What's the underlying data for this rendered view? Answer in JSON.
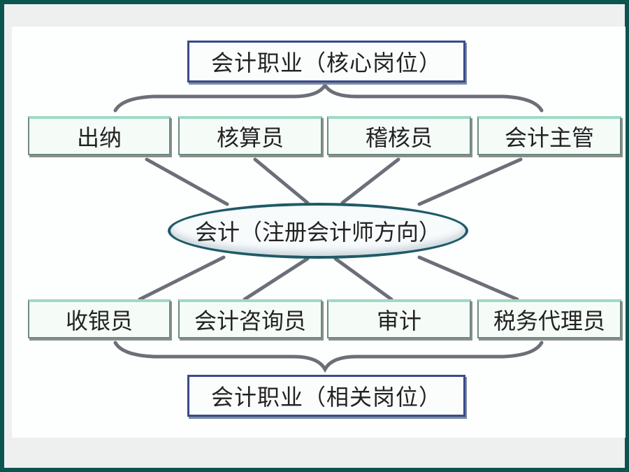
{
  "top_title": "会计职业（核心岗位）",
  "core_roles": [
    "出纳",
    "核算员",
    "稽核员",
    "会计主管"
  ],
  "center": "会计（注册会计师方向）",
  "related_roles": [
    "收银员",
    "会计咨询员",
    "审计",
    "税务代理员"
  ],
  "bottom_title": "会计职业（相关岗位）",
  "colors": {
    "frame": "#0b5450",
    "title_border": "#3a4a8a",
    "ellipse_border": "#1e5a66",
    "box_top": "#9fd9c6"
  }
}
